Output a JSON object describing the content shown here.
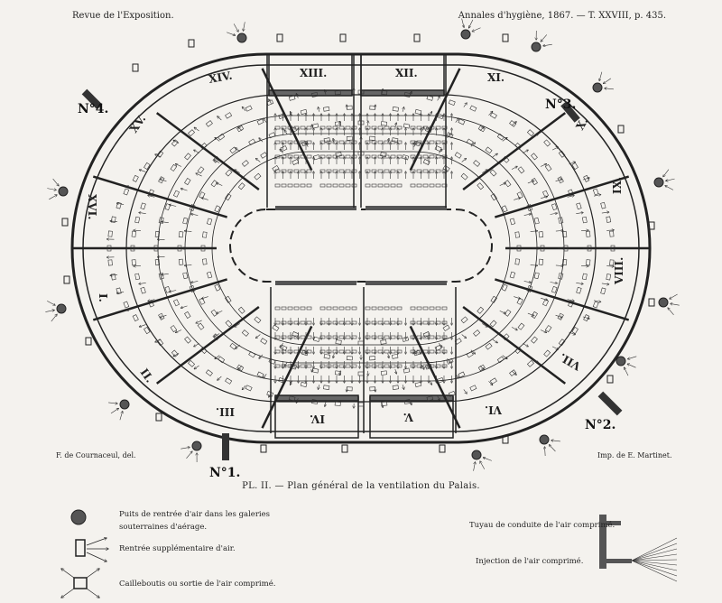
{
  "header": {
    "left": "Revue de l'Exposition.",
    "right": "Annales d'hygiène, 1867. — T. XXVIII, p. 435."
  },
  "credits": {
    "left": "F. de Cournaceul, del.",
    "right": "Imp. de E. Martinet."
  },
  "caption": "PL. II. — Plan général de la ventilation du Palais.",
  "sections": [
    "I.",
    "II.",
    "III.",
    "IV.",
    "V.",
    "VI.",
    "VII.",
    "VIII.",
    "IX.",
    "X.",
    "XI.",
    "XII.",
    "XIII.",
    "XIV.",
    "XV.",
    "XVI."
  ],
  "stations": [
    "N°1.",
    "N°2.",
    "N°3.",
    "N°4."
  ],
  "legend": {
    "well": "Puits de rentrée d'air dans les galeries souterraines d'aérage.",
    "extra_intake": "Rentrée supplémentaire d'air.",
    "gravel": "Cailleboutis ou sortie de l'air comprimé.",
    "pipe": "Tuyau de conduite de l'air comprimé.",
    "injection": "Injection de l'air comprimé."
  },
  "colors": {
    "ink": "#222222",
    "paper": "#f4f2ee",
    "shade": "#888888"
  }
}
